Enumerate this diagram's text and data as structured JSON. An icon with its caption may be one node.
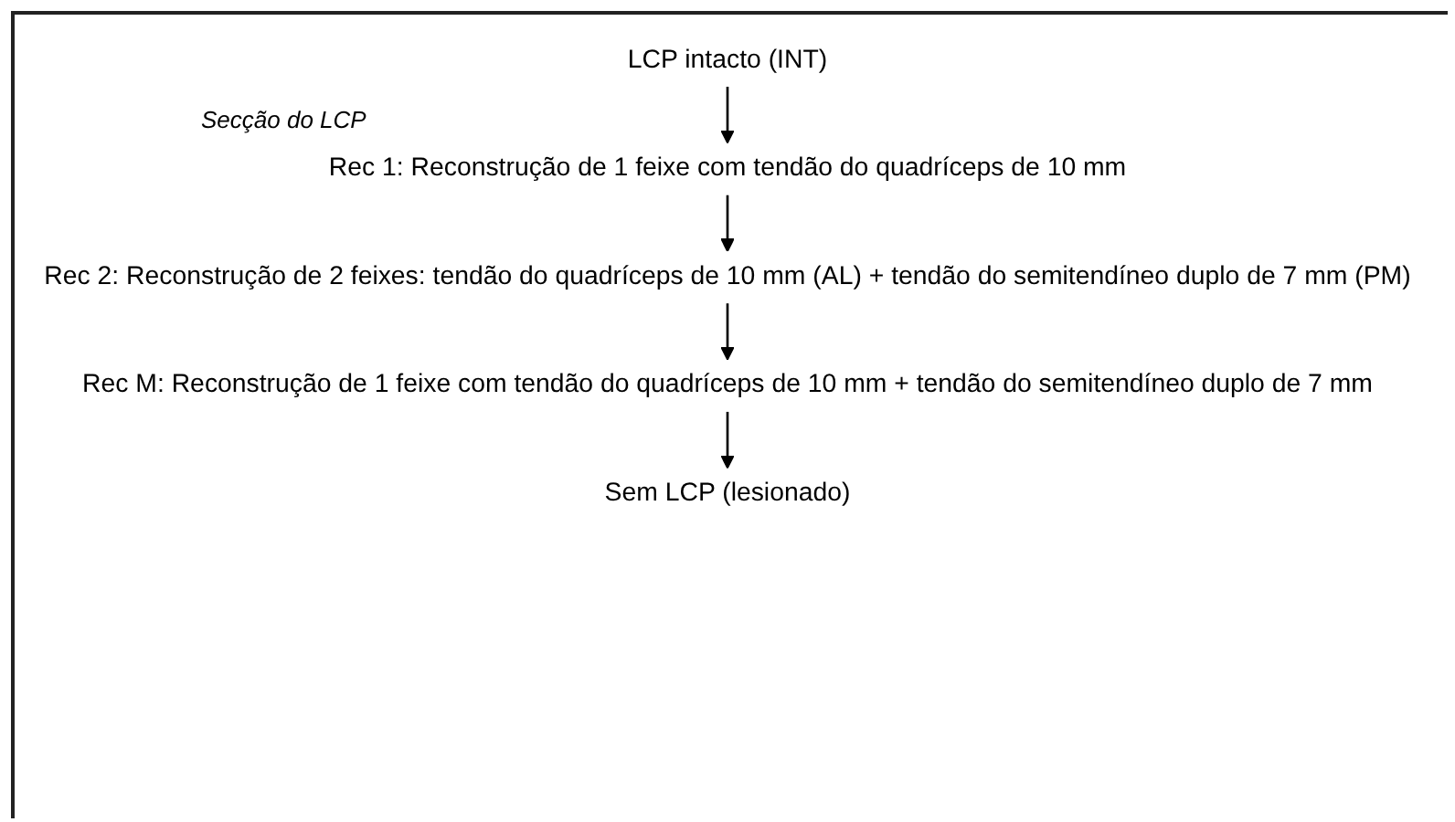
{
  "diagram": {
    "nodes": [
      {
        "text": [
          "LCP intacto (INT)"
        ]
      },
      {
        "text": [
          "Rec 1: Reconstrução de 1 feixe com tendão do quadríceps de 10 mm"
        ]
      },
      {
        "text": [
          "Rec 2: Reconstrução de 2 feixes: tendão do quadríceps de 10 mm (AL) + tendão do semitendíneo duplo de 7 mm (PM)"
        ]
      },
      {
        "text": [
          "Rec M: Reconstrução de 1 feixe com tendão do quadríceps de 10 mm + tendão do semitendíneo duplo de 7 mm"
        ]
      },
      {
        "text": [
          "Sem LCP (lesionado)"
        ]
      }
    ],
    "edges": [
      {
        "from": 0,
        "to": 1,
        "arrow": "to"
      },
      {
        "from": 1,
        "to": 2,
        "arrow": "to"
      },
      {
        "from": 2,
        "to": 3,
        "arrow": "to"
      },
      {
        "from": 3,
        "to": 4,
        "arrow": "to"
      }
    ],
    "labels": [
      "Secção do LCP"
    ]
  }
}
